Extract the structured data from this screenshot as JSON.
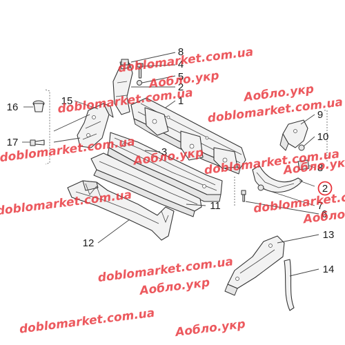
{
  "callouts": [
    {
      "id": "8a",
      "label": "8"
    },
    {
      "id": "4",
      "label": "4"
    },
    {
      "id": "5",
      "label": "5"
    },
    {
      "id": "2a",
      "label": "2"
    },
    {
      "id": "1",
      "label": "1"
    },
    {
      "id": "16",
      "label": "16"
    },
    {
      "id": "15",
      "label": "15"
    },
    {
      "id": "17",
      "label": "17"
    },
    {
      "id": "3",
      "label": "3"
    },
    {
      "id": "9",
      "label": "9"
    },
    {
      "id": "10",
      "label": "10"
    },
    {
      "id": "8b",
      "label": "8"
    },
    {
      "id": "2b",
      "label": "2"
    },
    {
      "id": "7",
      "label": "7"
    },
    {
      "id": "11",
      "label": "11"
    },
    {
      "id": "6",
      "label": "6"
    },
    {
      "id": "12",
      "label": "12"
    },
    {
      "id": "13",
      "label": "13"
    },
    {
      "id": "14",
      "label": "14"
    }
  ],
  "highlight": {
    "callout": "2b",
    "color": "#e8343b"
  },
  "watermark": {
    "lines": [
      "doblomarket.com.ua",
      "Аобло.укр",
      "doblomarket.com.ua",
      "Аобло.укр",
      "doblomarket.com.ua",
      "doblomarket.com.ua",
      "Аобло.укр",
      "doblomarket.com.ua",
      "Аобло.укр",
      "doblomarket.com.ua",
      "doblomarket.com.ua",
      "Аобло.укр",
      "doblomarket.com.ua",
      "Аобло.укр",
      "doblomarket.com.ua",
      "Аобло.укр"
    ],
    "color": "#e8343b"
  }
}
